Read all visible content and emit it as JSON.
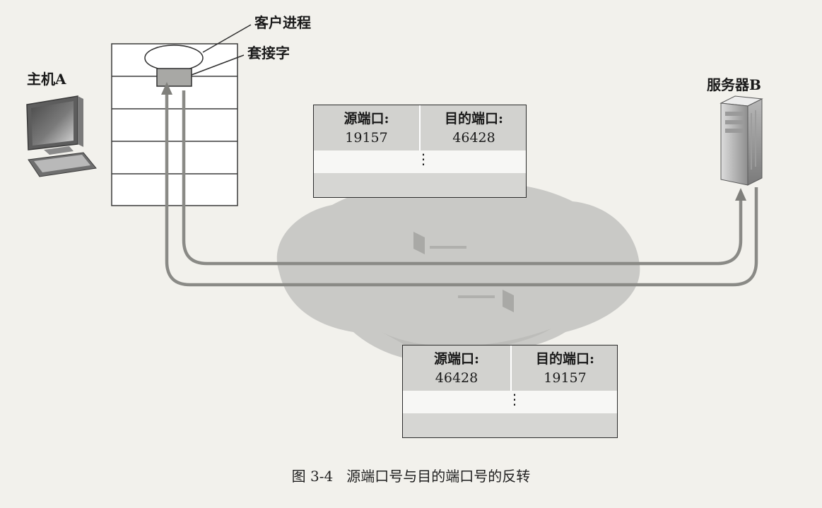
{
  "labels": {
    "host_a": "主机A",
    "server_b": "服务器B",
    "client_process": "客户进程",
    "socket": "套接字"
  },
  "segment_a_to_b": {
    "src_port_label": "源端口:",
    "dst_port_label": "目的端口:",
    "src_port": "19157",
    "dst_port": "46428",
    "ellipsis": "⋮"
  },
  "segment_b_to_a": {
    "src_port_label": "源端口:",
    "dst_port_label": "目的端口:",
    "src_port": "46428",
    "dst_port": "19157",
    "ellipsis": "⋮"
  },
  "caption": "图 3-4   源端口号与目的端口号的反转",
  "colors": {
    "background": "#f2f1ec",
    "arrow": "#8a8a86",
    "cloud": "#c9c9c6",
    "header_band": "#d2d2cf"
  }
}
